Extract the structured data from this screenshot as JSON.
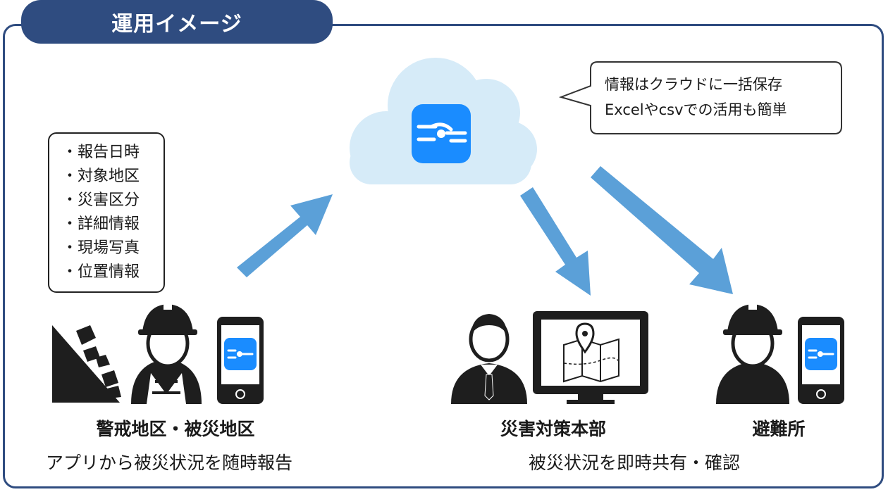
{
  "header": {
    "title": "運用イメージ"
  },
  "report_items": [
    "報告日時",
    "対象地区",
    "災害区分",
    "詳細情報",
    "現場写真",
    "位置情報"
  ],
  "cloud_bubble": {
    "line1": "情報はクラウドに一括保存",
    "line2": "Excelやcsvでの活用も簡単"
  },
  "left_group": {
    "label": "警戒地区・被災地区",
    "caption": "アプリから被災状況を随時報告"
  },
  "right_group": {
    "hq_label": "災害対策本部",
    "shelter_label": "避難所",
    "caption": "被災状況を即時共有・確認"
  },
  "colors": {
    "frame": "#2f4c80",
    "arrow": "#5ba0d8",
    "cloud": "#d6ebf8",
    "app_icon": "#1a8cff",
    "ink": "#1e1e1e"
  }
}
